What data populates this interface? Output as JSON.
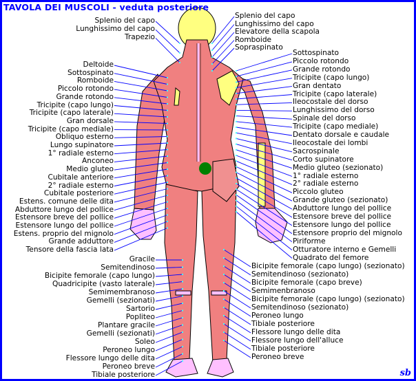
{
  "title": "TAVOLA DEI MUSCOLI - veduta posteriore",
  "signature": "sb",
  "colors": {
    "border": "#0000ff",
    "muscle": "#f08080",
    "bone": "#ffff80",
    "skin": "#ffc0ff",
    "leader": "#0000ff",
    "dot": "#40ffff"
  },
  "labels": {
    "left_upper": [
      "Splenio del capo",
      "Lunghissimo del capo",
      "Trapezio"
    ],
    "left_middle": [
      "Deltoide",
      "Sottospinato",
      "Romboide",
      "Piccolo rotondo",
      "Grande rotondo",
      "Tricipite (capo lungo)",
      "Tricipite (capo laterale)",
      "Gran dorsale",
      "Tricipite (capo mediale)",
      "Obliquo esterno",
      "Lungo supinatore",
      "1° radiale esterno",
      "Anconeo",
      "Medio gluteo",
      "Cubitale anteriore",
      "2° radiale esterno",
      "Cubitale posteriore",
      "Estens. comune delle dita",
      "Abduttore lungo del pollice",
      "Estensore breve del pollice",
      "Estensore lungo del pollice",
      "Estens. proprio del mignolo",
      "Grande adduttore",
      "Tensore della fascia lata"
    ],
    "left_lower": [
      "Gracile",
      "Semitendinoso",
      "Bicipite femorale (capo lungo)",
      "Quadricipite (vasto laterale)",
      "Semimembranoso",
      "Gemelli (sezionati)",
      "Sartorio",
      "Popliteo",
      "Plantare gracile",
      "Gemelli (sezionati)",
      "Soleo",
      "Peroneo lungo",
      "Flessore lungo delle dita",
      "Peroneo breve",
      "Tibiale posteriore"
    ],
    "right_upper": [
      "Splenio del capo",
      "Lunghissimo del capo",
      "Elevatore della scapola",
      "Romboide",
      "Sopraspinato"
    ],
    "right_middle": [
      "Sottospinato",
      "Piccolo rotondo",
      "Grande rotondo",
      "Tricipite (capo lungo)",
      "Gran dentato",
      "Tricipite (capo laterale)",
      "Ileocostale del dorso",
      "Lunghissimo del dorso",
      "Spinale del dorso",
      "Tricipite (capo mediale)",
      "Dentato dorsale e caudale",
      "Ileocostale dei lombi",
      "Sacrospinale",
      "Corto supinatore",
      "Medio gluteo (sezionato)",
      "1° radiale esterno",
      "2° radiale esterno",
      "Piccolo gluteo",
      "Grande gluteo (sezionato)",
      "Abduttore lungo del pollice",
      "Estensore breve del pollice",
      "Estensore lungo del pollice",
      "Estensore proprio del mignolo",
      "Piriforme",
      "Otturatore interno e Gemelli",
      "Quadrato del femore"
    ],
    "right_lower": [
      "Bicipite femorale (capo lungo) (sezionato)",
      "Semitendinoso (sezionato)",
      "Bicipite femorale (capo breve)",
      "Semimenbranoso",
      "Bicipite femorale (capo lungo) (sezionato)",
      "Semitendinoso (sezionato)",
      "Peroneo lungo",
      "Tibiale posteriore",
      "Flessore lungo delle dita",
      "Flessore lungo dell'alluce",
      "Tibiale posteriore",
      "Peroneo breve"
    ]
  }
}
